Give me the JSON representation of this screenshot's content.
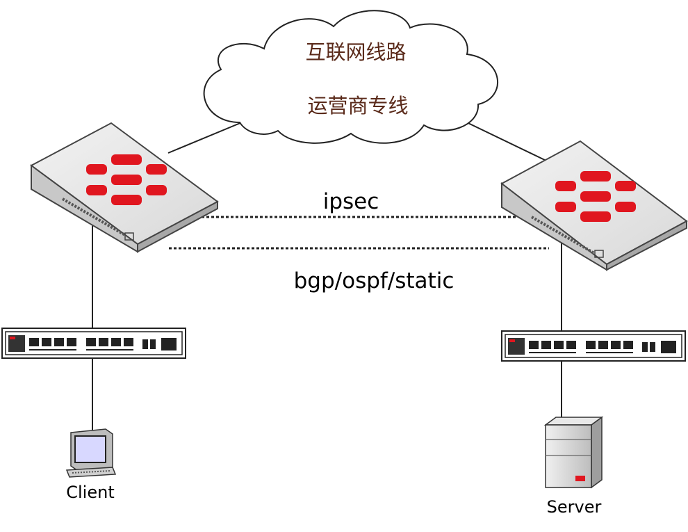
{
  "cloud": {
    "line1": "互联网线路",
    "line2": "运营商专线"
  },
  "links": {
    "tunnel": "ipsec",
    "routing": "bgp/ospf/static"
  },
  "nodes": {
    "client": "Client",
    "server": "Server"
  },
  "colors": {
    "brand_red": "#e0161f",
    "device_grey": "#e6e6e6",
    "cloud_text": "#5a2a1a"
  }
}
